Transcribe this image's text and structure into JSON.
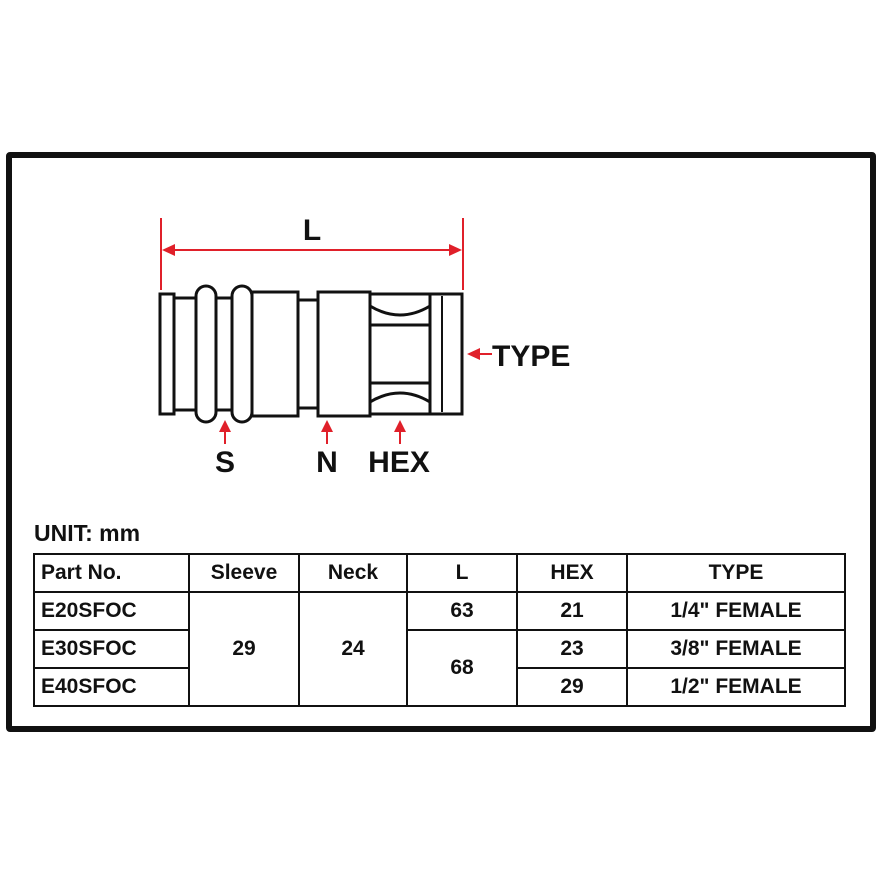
{
  "labels": {
    "length": "L",
    "type": "TYPE",
    "sleeve": "S",
    "neck": "N",
    "hex": "HEX"
  },
  "unit": "UNIT: mm",
  "colors": {
    "dimension_red": "#e0202a",
    "line": "#111111"
  },
  "table": {
    "headers": [
      "Part No.",
      "Sleeve",
      "Neck",
      "L",
      "HEX",
      "TYPE"
    ],
    "rows": [
      {
        "part": "E20SFOC",
        "hex": "21",
        "type": "1/4\" FEMALE"
      },
      {
        "part": "E30SFOC",
        "hex": "23",
        "type": "3/8\" FEMALE"
      },
      {
        "part": "E40SFOC",
        "hex": "29",
        "type": "1/2\" FEMALE"
      }
    ],
    "sleeve": "29",
    "neck": "24",
    "length_values": [
      "63",
      "68"
    ]
  }
}
